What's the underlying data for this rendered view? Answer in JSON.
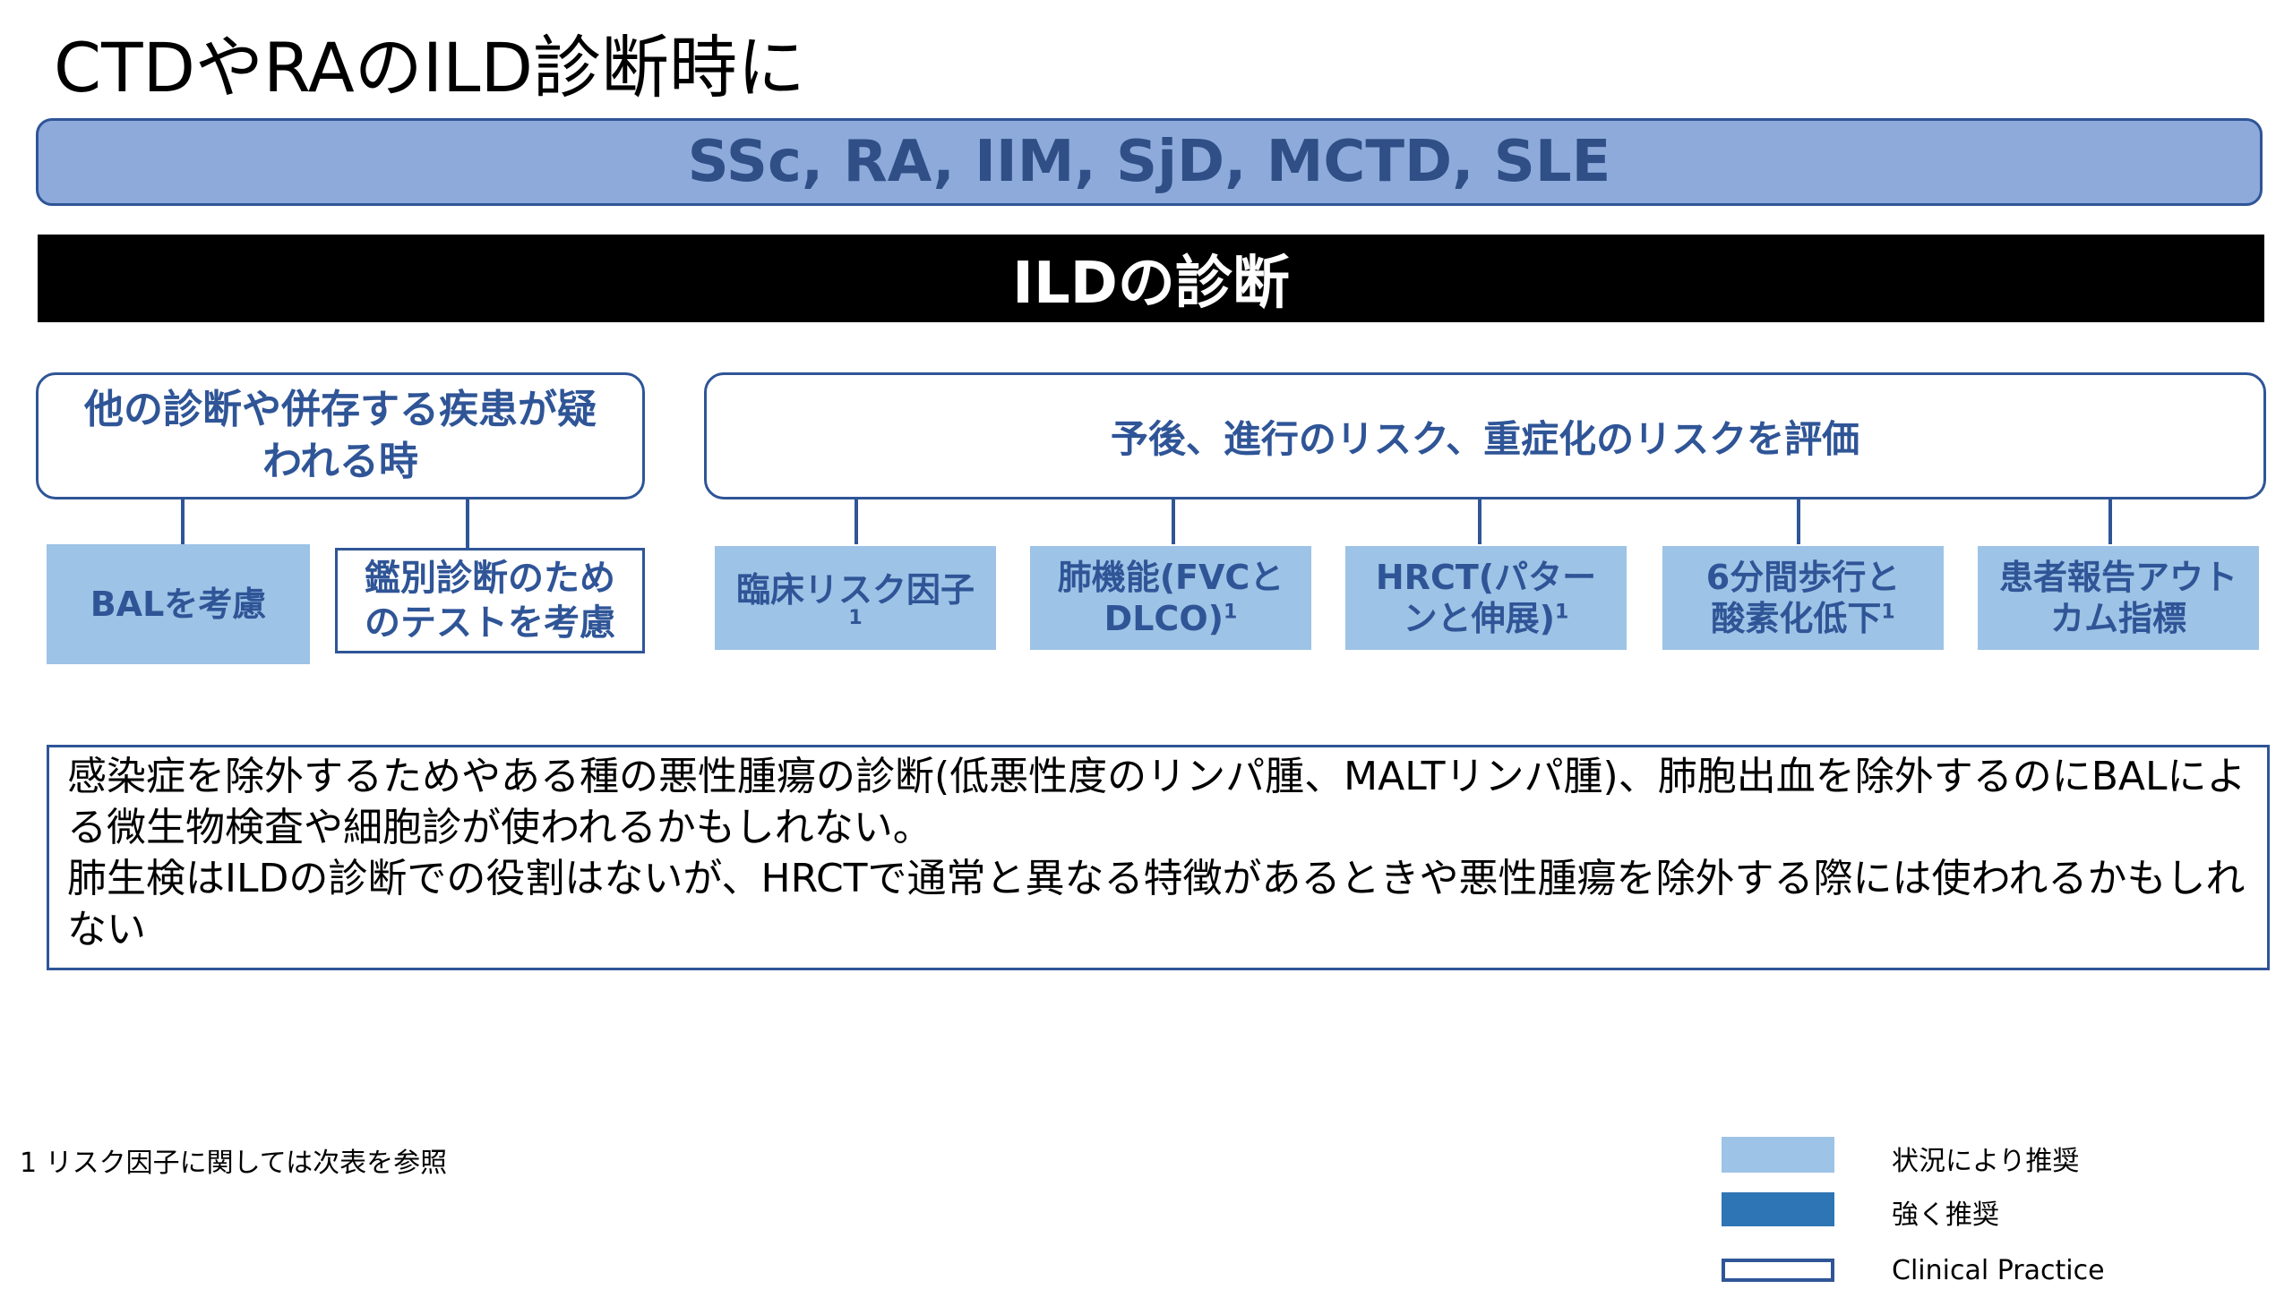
{
  "title": "CTDやRAのILD診断時に",
  "banner": "SSc, RA, IIM, SjD, MCTD, SLE",
  "section": "ILDの診断",
  "left_header": "他の診断や併存する疾患が疑われる時",
  "right_header": "予後、進行のリスク、重症化のリスクを評価",
  "left_boxes": {
    "bal": "BALを考慮",
    "differential": "鑑別診断のためのテストを考慮"
  },
  "right_boxes": {
    "clinical_risk": "臨床リスク因子",
    "clinical_risk_sup": "1",
    "lung_function": "肺機能(FVCとDLCO)",
    "lung_function_sup": "1",
    "hrct": "HRCT(パターンと伸展)",
    "hrct_sup": "1",
    "six_min_walk": "6分間歩行と酸素化低下",
    "six_min_walk_sup": "1",
    "pro": "患者報告アウトカム指標"
  },
  "note": {
    "line1": "感染症を除外するためやある種の悪性腫瘍の診断(低悪性度のリンパ腫、MALTリンパ腫)、肺胞出血を除外するのにBALによる微生物検査や細胞診が使われるかもしれない。",
    "line2": "肺生検はILDの診断での役割はないが、HRCTで通常と異なる特徴があるときや悪性腫瘍を除外する際には使われるかもしれない"
  },
  "footnote": "1 リスク因子に関しては次表を参照",
  "legend": {
    "situational": "状況により推奨",
    "strong": "強く推奨",
    "clinical_practice": "Clinical Practice"
  },
  "colors": {
    "banner_fill": "#8eaadb",
    "outline": "#2f5597",
    "situational_fill": "#9dc3e6",
    "strong_fill": "#2e75b6",
    "section_bar": "#000000"
  }
}
